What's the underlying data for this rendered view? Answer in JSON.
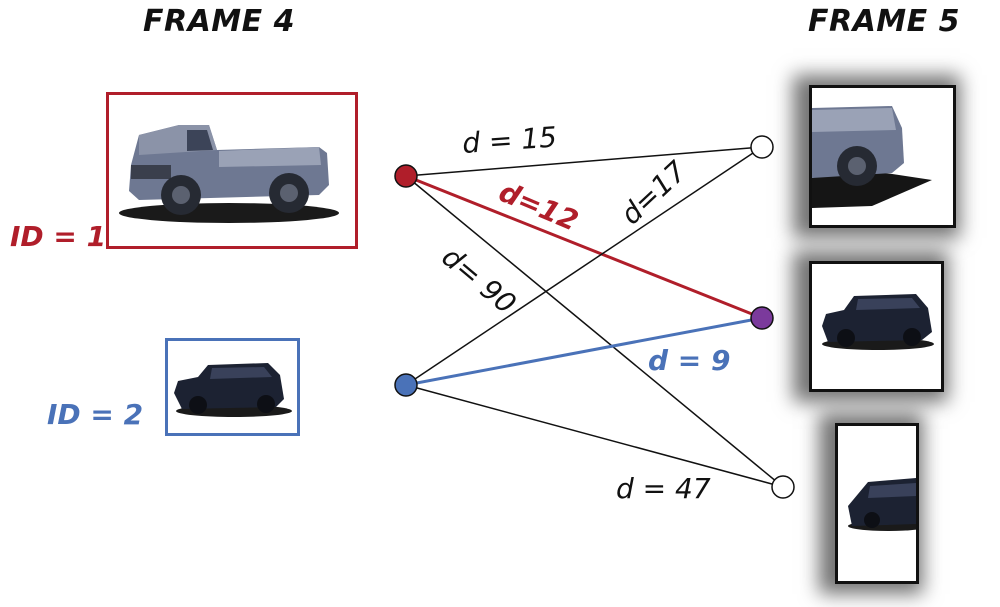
{
  "frame_left": {
    "title": "FRAME 4"
  },
  "frame_right": {
    "title": "FRAME 5"
  },
  "tracks": [
    {
      "label": "ID = 1",
      "color": "#b01e2a"
    },
    {
      "label": "ID = 2",
      "color": "#4a72b8"
    }
  ],
  "edges": [
    {
      "label": "d = 15",
      "color": "#111111"
    },
    {
      "label": "d=12",
      "color": "#b01e2a"
    },
    {
      "label": "d= 90",
      "color": "#111111"
    },
    {
      "label": "d=17",
      "color": "#111111"
    },
    {
      "label": "d = 9",
      "color": "#4a72b8"
    },
    {
      "label": "d = 47",
      "color": "#111111"
    }
  ],
  "node_colors": {
    "track1": "#b01e2a",
    "track2": "#4a72b8",
    "matched": "#7b3a9c",
    "unmatched": "#ffffff"
  },
  "icons": [
    "pickup-truck-image",
    "suv-image",
    "truck-rear-crop-image",
    "suv-crop-image",
    "suv-front-crop-image"
  ]
}
